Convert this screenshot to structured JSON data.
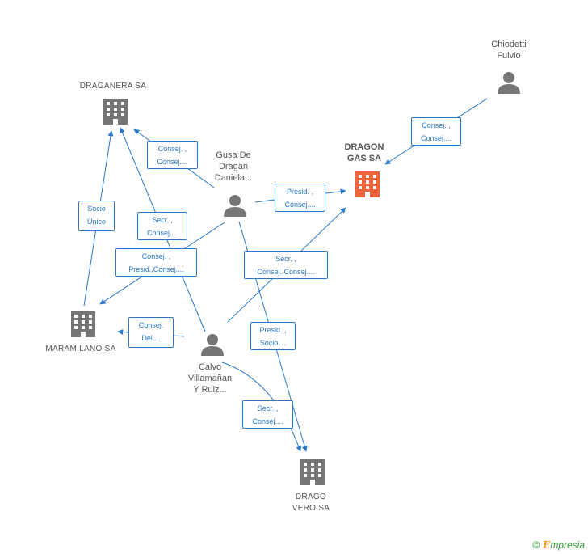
{
  "colors": {
    "edge": "#2a78c8",
    "node_gray": "#767676",
    "focus": "#f0643c"
  },
  "nodes": {
    "draganera": {
      "label": "DRAGANERA SA",
      "icon": "building-icon"
    },
    "maramilano": {
      "label": "MARAMILANO SA",
      "icon": "building-icon"
    },
    "dragon_gas": {
      "label": "DRAGON\nGAS SA",
      "icon": "building-icon"
    },
    "drago_vero": {
      "label": "DRAGO\nVERO SA",
      "icon": "building-icon"
    },
    "chiodetti": {
      "label": "Chiodetti\nFulvio",
      "icon": "person-icon"
    },
    "gusa": {
      "label": "Gusa De\nDragan\nDaniela...",
      "icon": "person-icon"
    },
    "calvo": {
      "label": "Calvo\nVillamañan\nY Ruiz...",
      "icon": "person-icon"
    }
  },
  "edges": {
    "chiodetti_dragon": "Consej. ,\nConsej....",
    "gusa_draganera": "Consej. ,\nConsej....",
    "gusa_dragon": "Presid. ,\nConsej....",
    "maramilano_draganera": "Socio\nÚnico",
    "calvo_draganera": "Secr. ,\nConsej....",
    "gusa_maramilano": "Consej. ,\nPresid.,Consej....",
    "calvo_dragon": "Secr. ,\nConsej.,Consej....",
    "calvo_maramilano": "Consej.\nDel....",
    "gusa_dragovero": "Presid. ,\nSocio....",
    "calvo_dragovero": "Secr. ,\nConsej...."
  },
  "brand": {
    "copyright": "©",
    "e": "E",
    "rest": "mpresia"
  }
}
